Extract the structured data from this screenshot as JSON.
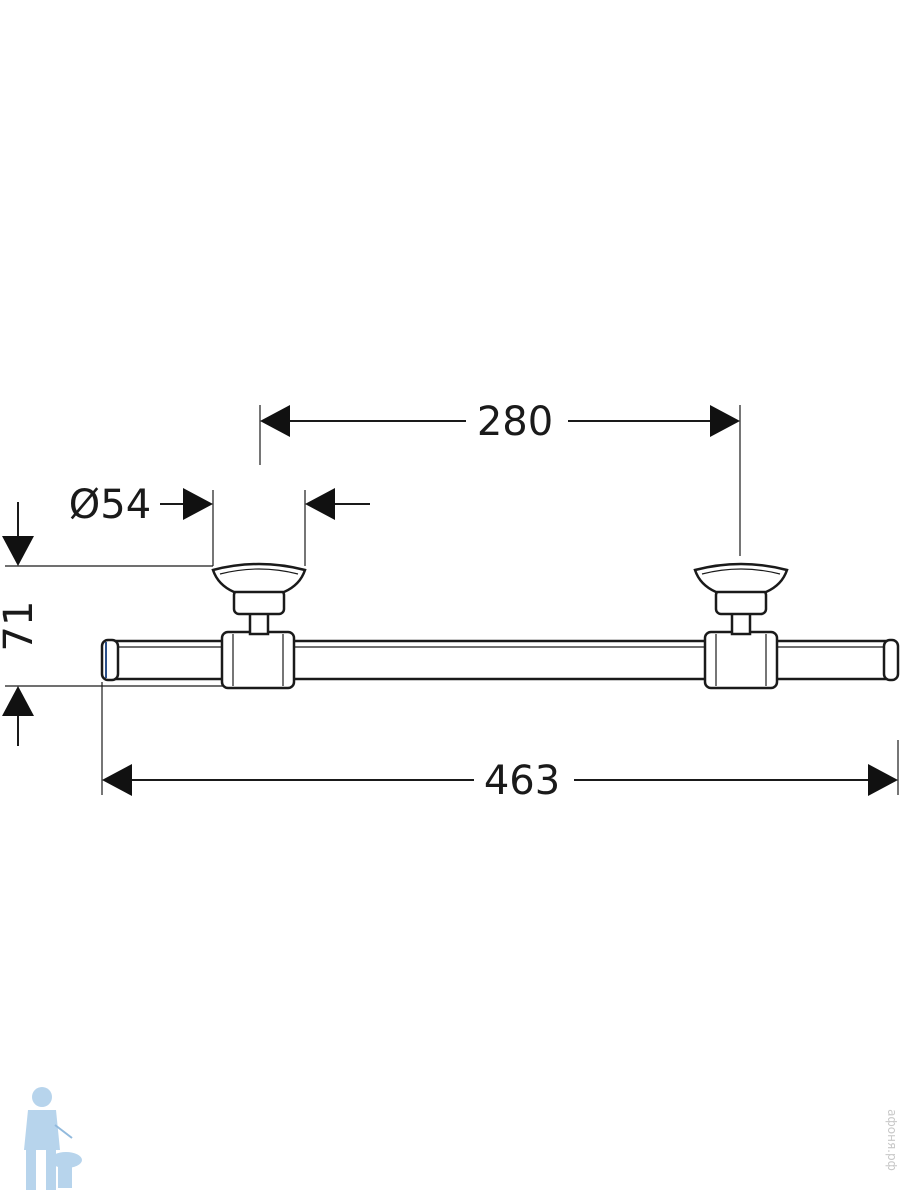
{
  "diagram": {
    "dimensions": {
      "mount_spacing": "280",
      "rosette_diameter": "Ø54",
      "wall_projection": "71",
      "overall_length": "463"
    }
  },
  "watermark": {
    "text": "афоня.рф",
    "logo_icon": "plumber-with-toilet-logo"
  }
}
